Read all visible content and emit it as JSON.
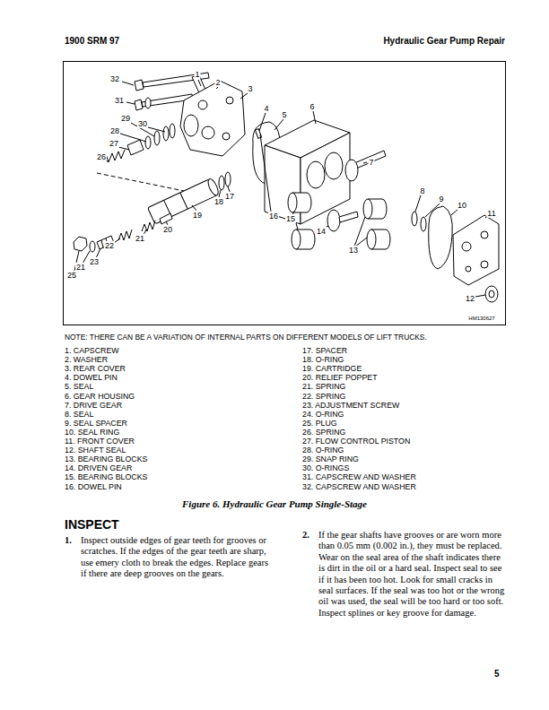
{
  "diagram": {
    "caption": "Figure 6. Hydraulic Gear Pump Single-Stage",
    "labels": [
      "1900 SRM 97",
      "Hydraulic Gear Pump Repair",
      "32",
      "1",
      "2",
      "3",
      "31",
      "29",
      "30",
      "28",
      "27",
      "26",
      "4",
      "5",
      "6",
      "7",
      "17",
      "18",
      "19",
      "20",
      "21",
      "22",
      "23",
      "21",
      "25",
      "16",
      "15",
      "14",
      "13",
      "8",
      "9",
      "10",
      "11",
      "12",
      "HM130627",
      "NOTE: THERE CAN BE A VARIATION OF INTERNAL PARTS ON DIFFERENT MODELS OF LIFT TRUCKS.",
      "1. CAPSCREW",
      "2. WASHER",
      "3. REAR COVER",
      "4. DOWEL PIN",
      "5. SEAL",
      "6. GEAR HOUSING",
      "7. DRIVE GEAR",
      "8. SEAL",
      "9. SEAL SPACER",
      "10. SEAL RING",
      "11. FRONT COVER",
      "12. SHAFT SEAL",
      "13. BEARING BLOCKS",
      "14. DRIVEN GEAR",
      "15. BEARING BLOCKS",
      "16. DOWEL PIN",
      "17. SPACER",
      "18. O-RING",
      "19. CARTRIDGE",
      "20. RELIEF POPPET",
      "21. SPRING",
      "22. SPRING",
      "23. ADJUSTMENT SCREW",
      "24. O-RING",
      "25. PLUG",
      "26. SPRING",
      "27. FLOW CONTROL PISTON",
      "28. O-RING",
      "29. SNAP RING",
      "30. O-RINGS",
      "31. CAPSCREW AND WASHER",
      "32. CAPSCREW AND WASHER",
      "INSPECT",
      "1.",
      "Inspect outside edges of gear teeth for grooves or scratches. If the edges of the gear teeth are sharp, use emery cloth to break the edges. Replace gears if there are deep grooves on the gears.",
      "2.",
      "If the gear shafts have grooves or are worn more than 0.05 mm (0.002 in.), they must be replaced. Wear on the seal area of the shaft indicates there is dirt in the oil or a hard seal. Inspect seal to see if it has been too hot. Look for small cracks in seal surfaces. If the seal was too hot or the wrong oil was used, the seal will be too hard or too soft. Inspect splines or key groove for damage.",
      "5"
    ]
  }
}
